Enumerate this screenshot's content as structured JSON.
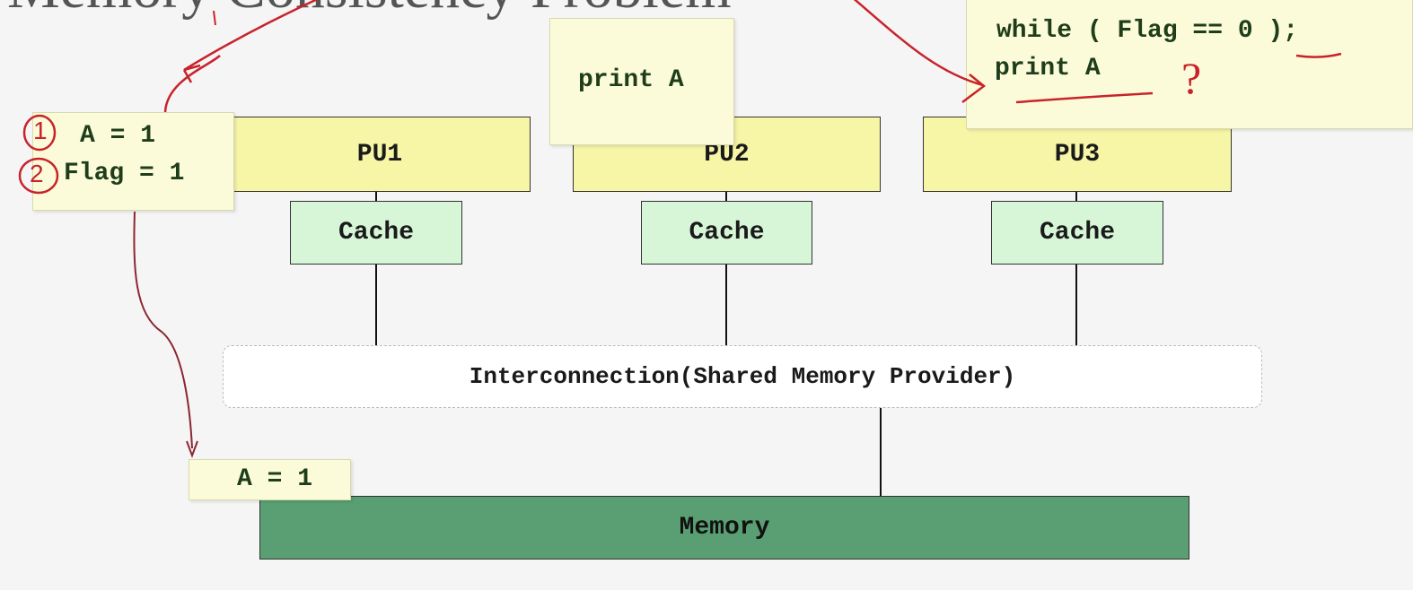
{
  "title": "Memory Consistency Problem",
  "processors": [
    {
      "label": "PU1",
      "cache_label": "Cache"
    },
    {
      "label": "PU2",
      "cache_label": "Cache"
    },
    {
      "label": "PU3",
      "cache_label": "Cache"
    }
  ],
  "interconnect_label": "Interconnection(Shared Memory Provider)",
  "memory_label": "Memory",
  "notes": {
    "pu1_code": [
      "A = 1",
      "Flag = 1"
    ],
    "pu2_code": "print A",
    "pu3_code": [
      "while ( Flag == 0 );",
      "print A"
    ],
    "memory_write": "A = 1"
  },
  "annotations": {
    "step1": "1",
    "step2": "2",
    "question": "?"
  }
}
